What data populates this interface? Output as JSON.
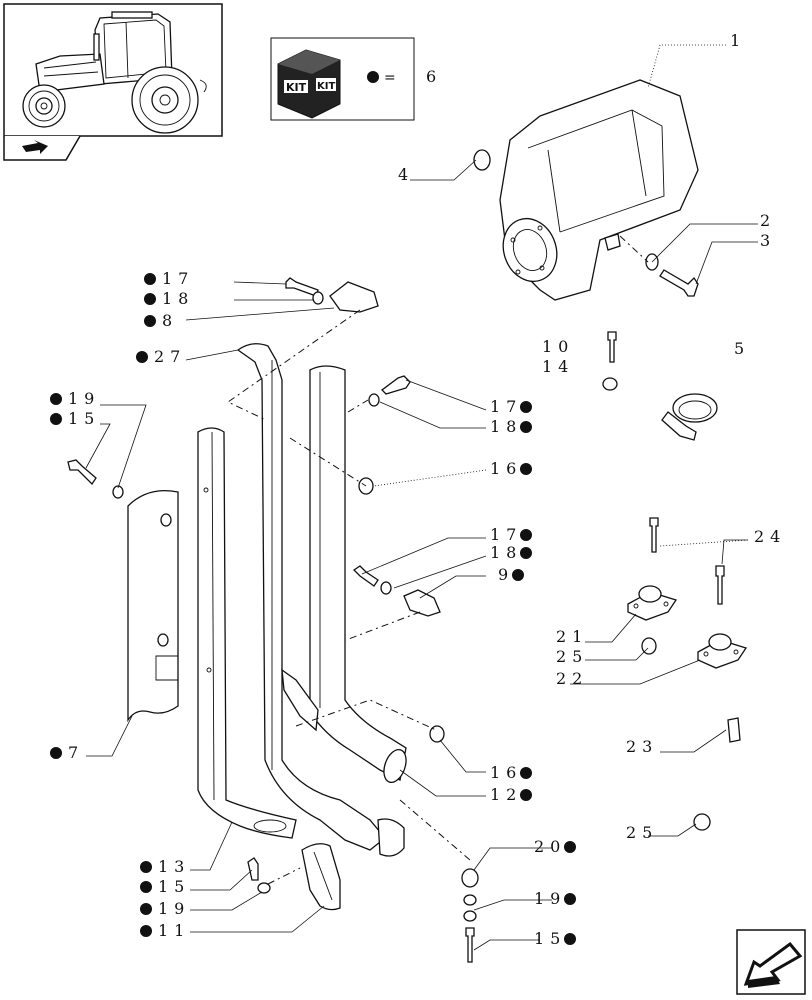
{
  "legend": {
    "kit_text": "KIT",
    "equals": "=",
    "kit_ref": "6"
  },
  "callouts": [
    {
      "id": "c1",
      "text": "1",
      "bullet": false
    },
    {
      "id": "c2",
      "text": "2",
      "bullet": false
    },
    {
      "id": "c3",
      "text": "3",
      "bullet": false
    },
    {
      "id": "c4",
      "text": "4",
      "bullet": false
    },
    {
      "id": "c5",
      "text": "5",
      "bullet": false
    },
    {
      "id": "c10",
      "text": "10",
      "bullet": false
    },
    {
      "id": "c14",
      "text": "14",
      "bullet": false
    },
    {
      "id": "c17a",
      "text": "17",
      "bullet": true
    },
    {
      "id": "c18a",
      "text": "18",
      "bullet": true
    },
    {
      "id": "c8",
      "text": "8",
      "bullet": true
    },
    {
      "id": "c27",
      "text": "27",
      "bullet": true
    },
    {
      "id": "c19a",
      "text": "19",
      "bullet": true
    },
    {
      "id": "c15a",
      "text": "15",
      "bullet": true
    },
    {
      "id": "c17b",
      "text": "17",
      "bullet": true
    },
    {
      "id": "c18b",
      "text": "18",
      "bullet": true
    },
    {
      "id": "c16a",
      "text": "16",
      "bullet": true
    },
    {
      "id": "c17c",
      "text": "17",
      "bullet": true
    },
    {
      "id": "c18c",
      "text": "18",
      "bullet": true
    },
    {
      "id": "c9",
      "text": "9",
      "bullet": true
    },
    {
      "id": "c24",
      "text": "24",
      "bullet": false
    },
    {
      "id": "c21",
      "text": "21",
      "bullet": false
    },
    {
      "id": "c25a",
      "text": "25",
      "bullet": false
    },
    {
      "id": "c22",
      "text": "22",
      "bullet": false
    },
    {
      "id": "c7",
      "text": "7",
      "bullet": true
    },
    {
      "id": "c23",
      "text": "23",
      "bullet": false
    },
    {
      "id": "c16b",
      "text": "16",
      "bullet": true
    },
    {
      "id": "c12",
      "text": "12",
      "bullet": true
    },
    {
      "id": "c25b",
      "text": "25",
      "bullet": false
    },
    {
      "id": "c13",
      "text": "13",
      "bullet": true
    },
    {
      "id": "c20",
      "text": "20",
      "bullet": true
    },
    {
      "id": "c15b",
      "text": "15",
      "bullet": true
    },
    {
      "id": "c19b",
      "text": "19",
      "bullet": true
    },
    {
      "id": "c11",
      "text": "11",
      "bullet": true
    },
    {
      "id": "c19c",
      "text": "19",
      "bullet": true
    },
    {
      "id": "c15c",
      "text": "15",
      "bullet": true
    }
  ]
}
